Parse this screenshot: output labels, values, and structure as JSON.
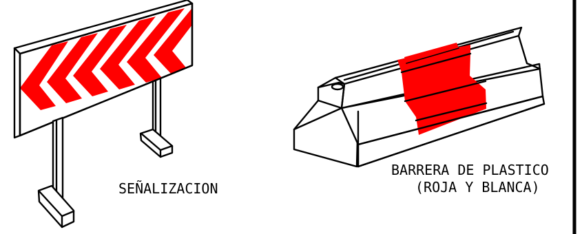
{
  "labels": {
    "signage": "SEÑALIZACION",
    "barrier_line1": "BARRERA DE PLASTICO",
    "barrier_line2": "(ROJA Y BLANCA)"
  },
  "colors": {
    "stroke": "#000000",
    "red": "#ff0000",
    "white": "#ffffff"
  },
  "icons": {
    "signage": "chevron-warning-sign",
    "barrier": "jersey-barrier"
  }
}
